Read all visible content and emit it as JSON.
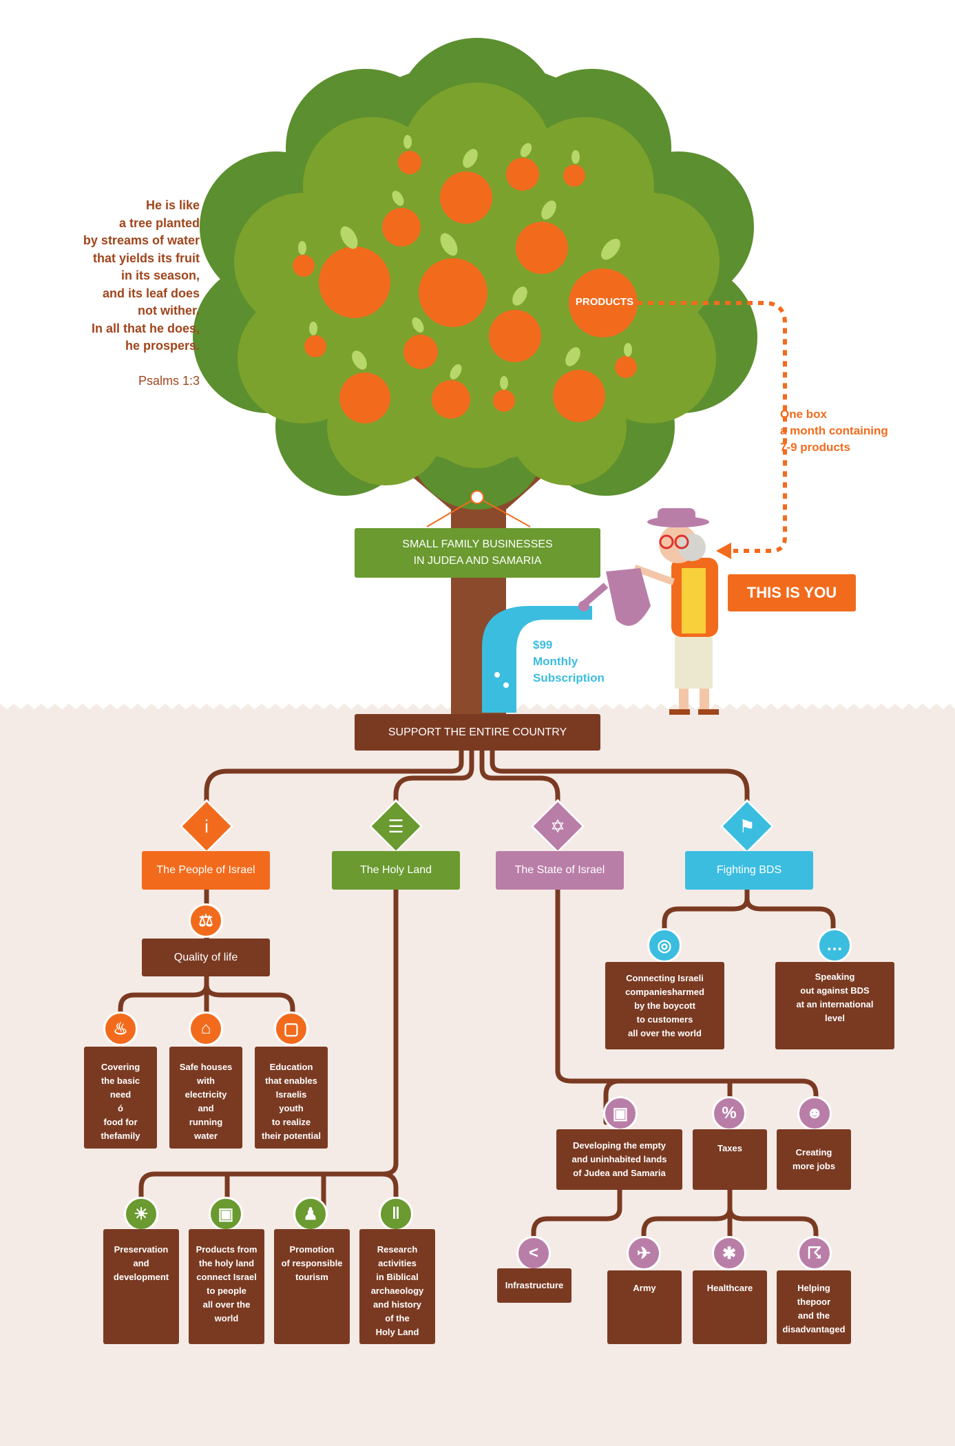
{
  "quote": {
    "text": "He is like\na tree planted\nby streams of water\nthat yields its fruit\nin its season,\nand its leaf does\nnot wither.\nIn all that he does,\nhe prospers.",
    "reference": "Psalms 1:3"
  },
  "tree": {
    "products_label": "PRODUCTS",
    "box_note": "One box\na month containing\n7-9 products",
    "businesses_label": "SMALL FAMILY BUSINESSES\nIN JUDEA AND SAMARIA",
    "this_is_you": "THIS IS YOU",
    "subscription": "$99\nMonthly\nSubscription"
  },
  "root": {
    "label": "SUPPORT THE ENTIRE COUNTRY"
  },
  "categories": [
    {
      "label": "The People of Israel",
      "icon": "info-icon",
      "color": "#f26b1d"
    },
    {
      "label": "The Holy Land",
      "icon": "praying-hands-icon",
      "color": "#6a9a30"
    },
    {
      "label": "The State of Israel",
      "icon": "star-of-david-icon",
      "color": "#b97ea8"
    },
    {
      "label": "Fighting BDS",
      "icon": "flag-icon",
      "color": "#3bbde0"
    }
  ],
  "people": {
    "quality_label": "Quality of life",
    "items": [
      {
        "label": "Covering\nthe basic\nneed\nó\nfood for\nthefamily",
        "icon": "fork-knife-icon"
      },
      {
        "label": "Safe houses\nwith\nelectricity\nand\nrunning\nwater",
        "icon": "house-icon"
      },
      {
        "label": "Education\nthat enables\nIsraelis\nyouth\nto realize\ntheir potential",
        "icon": "teacher-icon"
      }
    ]
  },
  "holy_land": {
    "items": [
      {
        "label": "Preservation\nand\ndevelopment",
        "icon": "lightbulb-icon"
      },
      {
        "label": "Products from\nthe holy land\nconnect Israel\nto people\nall over the\nworld",
        "icon": "box-icon"
      },
      {
        "label": "Promotion\nof responsible\ntourism",
        "icon": "hiker-icon"
      },
      {
        "label": "Research\nactivities\nin Biblical\narchaeology\nand history\nof the\nHoly Land",
        "icon": "column-icon"
      }
    ]
  },
  "state": {
    "items": [
      {
        "label": "Developing  the empty\nand uninhabited lands\nof Judea and Samaria",
        "icon": "bulldozer-icon"
      },
      {
        "label": "Taxes",
        "icon": "percent-icon"
      },
      {
        "label": "Creating\nmore jobs",
        "icon": "people-icon"
      }
    ],
    "sub_items": [
      {
        "label": "Infrastructure",
        "icon": "share-icon"
      },
      {
        "label": "Army",
        "icon": "plane-icon"
      },
      {
        "label": "Healthcare",
        "icon": "medical-icon"
      },
      {
        "label": "Helping\nthepoor\nand the\ndisadvantaged",
        "icon": "hand-coin-icon"
      }
    ]
  },
  "bds": {
    "items": [
      {
        "label": "Connecting Israeli\ncompaniesharmed\nby the boycott\nto customers\nall over the world",
        "icon": "globe-icon"
      },
      {
        "label": "Speaking\nout against BDS\nat an international\nlevel",
        "icon": "speech-bubble-icon"
      }
    ]
  },
  "colors": {
    "tree_dark": "#5c8f2f",
    "tree_light": "#7ba22d",
    "trunk": "#8b4a2b",
    "fruit": "#f26b1d",
    "brown": "#7a3a22",
    "ground": "#f5ebe6"
  }
}
